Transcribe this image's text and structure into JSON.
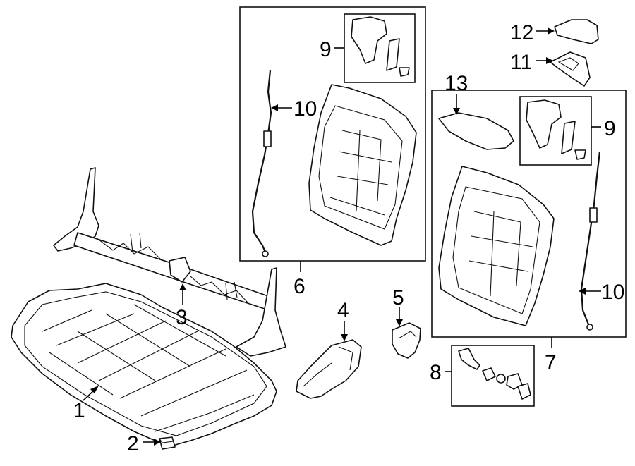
{
  "callouts": {
    "c1": "1",
    "c2": "2",
    "c3": "3",
    "c4": "4",
    "c5": "5",
    "c6": "6",
    "c7": "7",
    "c8": "8",
    "c9_left": "9",
    "c9_right": "9",
    "c10_left": "10",
    "c10_right": "10",
    "c11": "11",
    "c12": "12",
    "c13": "13"
  }
}
